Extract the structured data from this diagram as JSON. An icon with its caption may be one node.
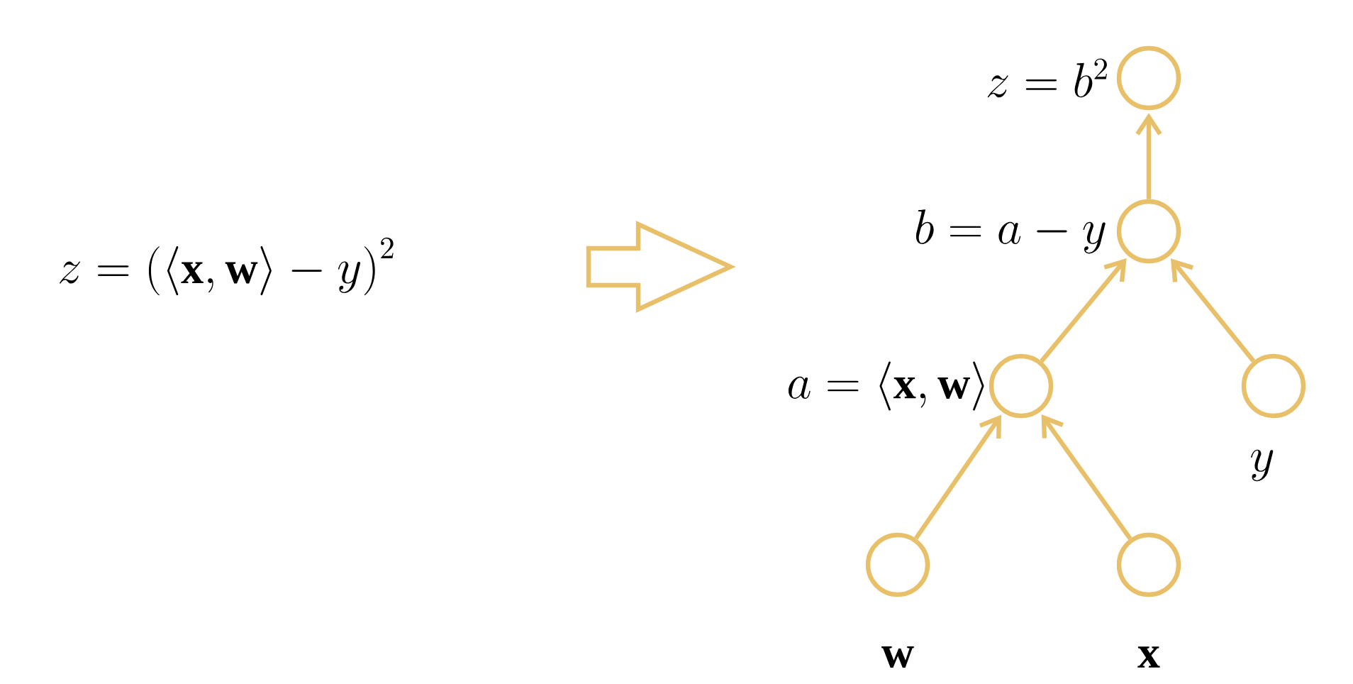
{
  "diagram": {
    "nodes": [
      {
        "text": [
          "z = \\big(\\langle \\mathbf{x}, \\mathbf{w}\\rangle - y\\big)^2"
        ]
      },
      {
        "text": [],
        "shape": "circle",
        "beside": [
          "z = b^2"
        ]
      },
      {
        "text": [],
        "shape": "circle",
        "beside": [
          "b = a - y"
        ]
      },
      {
        "text": [],
        "shape": "circle",
        "beside": [
          "a = \\langle \\mathbf{x}, \\mathbf{w}\\rangle"
        ]
      },
      {
        "text": [],
        "shape": "circle",
        "beside": [
          "y"
        ]
      },
      {
        "text": [],
        "shape": "circle",
        "beside": [
          "\\mathbf{w}"
        ]
      },
      {
        "text": [],
        "shape": "circle",
        "beside": [
          "\\mathbf{x}"
        ]
      }
    ],
    "edges": [
      {
        "from": 2,
        "to": 1,
        "arrow": "to"
      },
      {
        "from": 3,
        "to": 2,
        "arrow": "to"
      },
      {
        "from": 4,
        "to": 2,
        "arrow": "to"
      },
      {
        "from": 5,
        "to": 3,
        "arrow": "to"
      },
      {
        "from": 6,
        "to": 3,
        "arrow": "to"
      }
    ]
  }
}
